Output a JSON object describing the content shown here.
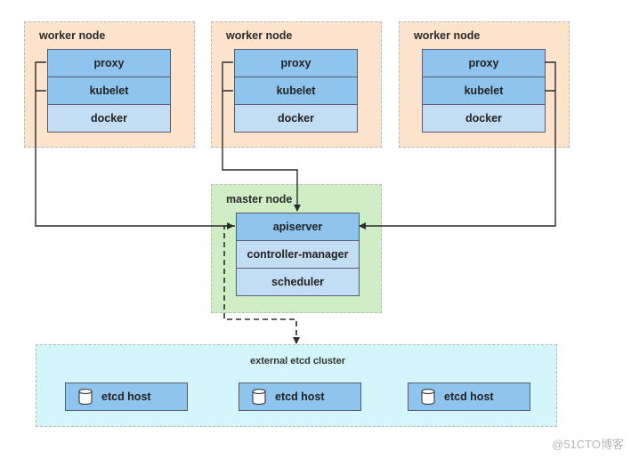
{
  "workers": [
    {
      "title": "worker node",
      "layers": [
        "proxy",
        "kubelet",
        "docker"
      ]
    },
    {
      "title": "worker node",
      "layers": [
        "proxy",
        "kubelet",
        "docker"
      ]
    },
    {
      "title": "worker node",
      "layers": [
        "proxy",
        "kubelet",
        "docker"
      ]
    }
  ],
  "master": {
    "title": "master node",
    "layers": [
      "apiserver",
      "controller-manager",
      "scheduler"
    ]
  },
  "etcd": {
    "title": "external etcd cluster",
    "hosts": [
      "etcd host",
      "etcd host",
      "etcd host"
    ]
  },
  "watermark": "@51CTO博客",
  "colors": {
    "worker_bg": "#fde3cc",
    "master_bg": "#cfeec6",
    "etcd_bg": "#d4f5fb",
    "component_dark": "#8ec4ee",
    "component_light": "#c3ddf5",
    "connector": "#2b2b2b"
  }
}
